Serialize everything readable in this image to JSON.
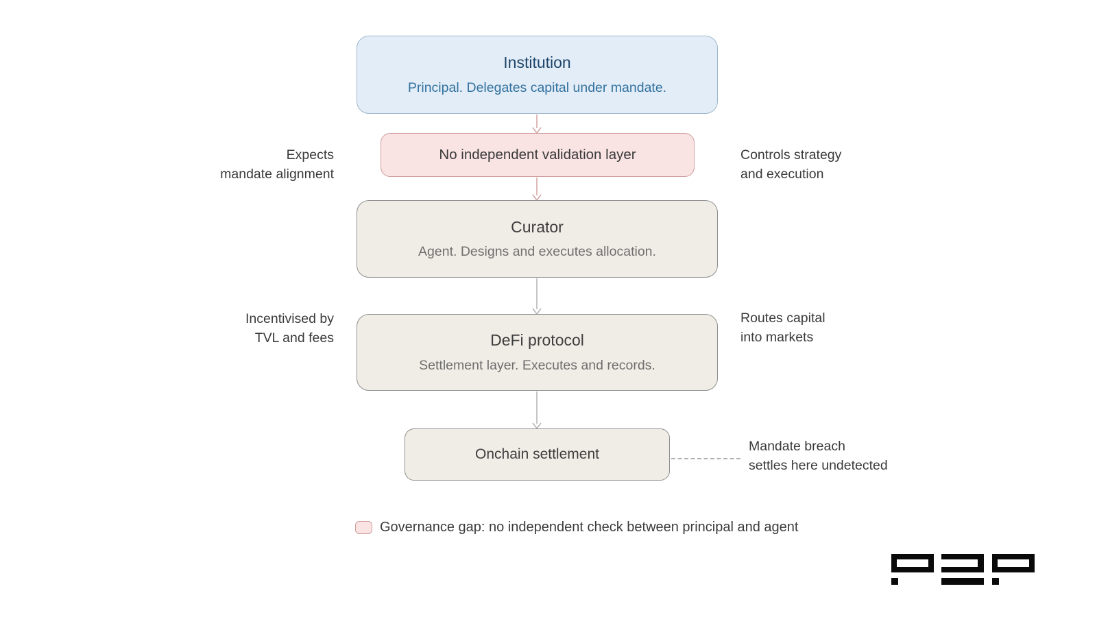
{
  "nodes": {
    "institution": {
      "title": "Institution",
      "subtitle": "Principal. Delegates capital under mandate."
    },
    "validation": {
      "title": "No independent validation layer"
    },
    "curator": {
      "title": "Curator",
      "subtitle": "Agent. Designs and executes allocation."
    },
    "defi": {
      "title": "DeFi protocol",
      "subtitle": "Settlement layer. Executes and records."
    },
    "onchain": {
      "title": "Onchain settlement"
    }
  },
  "annotations": {
    "expects": {
      "line1": "Expects",
      "line2": "mandate alignment"
    },
    "controls": {
      "line1": "Controls strategy",
      "line2": "and execution"
    },
    "incentivised": {
      "line1": "Incentivised by",
      "line2": "TVL and fees"
    },
    "routes": {
      "line1": "Routes capital",
      "line2": "into markets"
    },
    "breach": {
      "line1": "Mandate breach",
      "line2": "settles here undetected"
    }
  },
  "legend": {
    "label": "Governance gap: no independent check between principal and agent"
  },
  "logo": {
    "text": "P2P"
  },
  "colors": {
    "institution_fill": "#e3edf8",
    "institution_border": "#9db7c9",
    "institution_title": "#1d4568",
    "institution_subtitle": "#32719e",
    "gap_fill": "#f9e3e3",
    "gap_border": "#cf9d9d",
    "neutral_fill": "#f0ede6",
    "neutral_border": "#8f8f8f",
    "text_dark": "#3a3a3a",
    "text_muted": "#6f6f6f",
    "arrow_pink": "#d4a2a2",
    "arrow_gray": "#b3b3b3",
    "logo_black": "#0a0a0a"
  }
}
